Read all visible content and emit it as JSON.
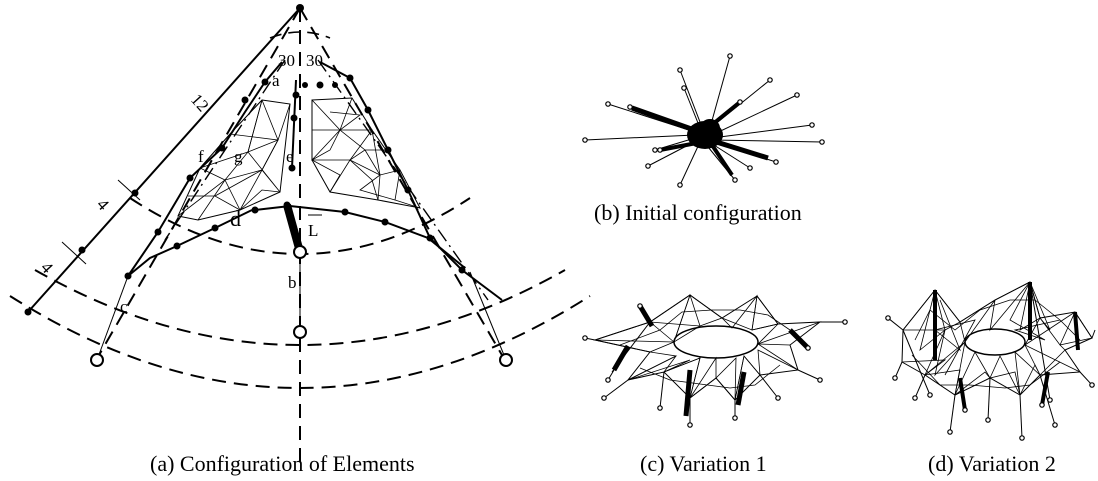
{
  "panels": {
    "a": {
      "caption": "(a) Configuration of Elements",
      "angle_left": "30",
      "angle_right": "30",
      "dim_top": "12",
      "dim_mid": "4",
      "dim_bottom": "4",
      "label_a": "a",
      "label_b": "b",
      "label_c": "c",
      "label_d": "d",
      "label_e": "e",
      "label_f": "f",
      "label_g": "g",
      "label_L": "L"
    },
    "b": {
      "caption": "(b) Initial configuration"
    },
    "c": {
      "caption": "(c) Variation 1"
    },
    "d": {
      "caption": "(d) Variation 2"
    }
  }
}
